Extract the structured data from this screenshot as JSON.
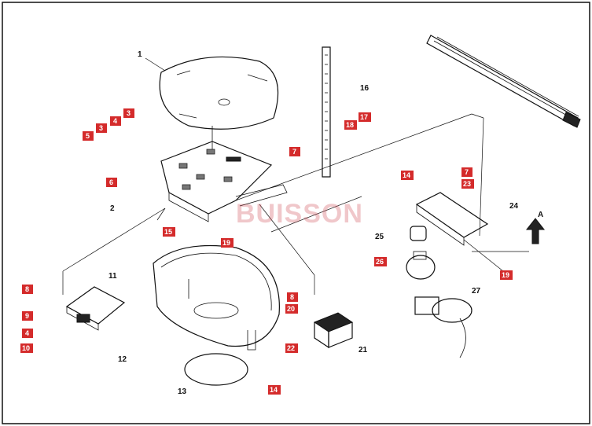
{
  "watermark": "BUISSON",
  "direction_label": "A",
  "callouts": {
    "c1": "1",
    "c2": "2",
    "c3a": "3",
    "c3b": "3",
    "c4a": "4",
    "c4b": "4",
    "c5": "5",
    "c6": "6",
    "c7a": "7",
    "c7b": "7",
    "c8a": "8",
    "c8b": "8",
    "c9": "9",
    "c10": "10",
    "c11": "11",
    "c12": "12",
    "c13": "13",
    "c14a": "14",
    "c14b": "14",
    "c15": "15",
    "c16": "16",
    "c17": "17",
    "c18": "18",
    "c19a": "19",
    "c19b": "19",
    "c20": "20",
    "c21": "21",
    "c22": "22",
    "c23": "23",
    "c24": "24",
    "c25": "25",
    "c26": "26",
    "c27": "27"
  },
  "colors": {
    "badge": "#d42b2b",
    "line": "#111111",
    "watermark": "#c8373f"
  }
}
